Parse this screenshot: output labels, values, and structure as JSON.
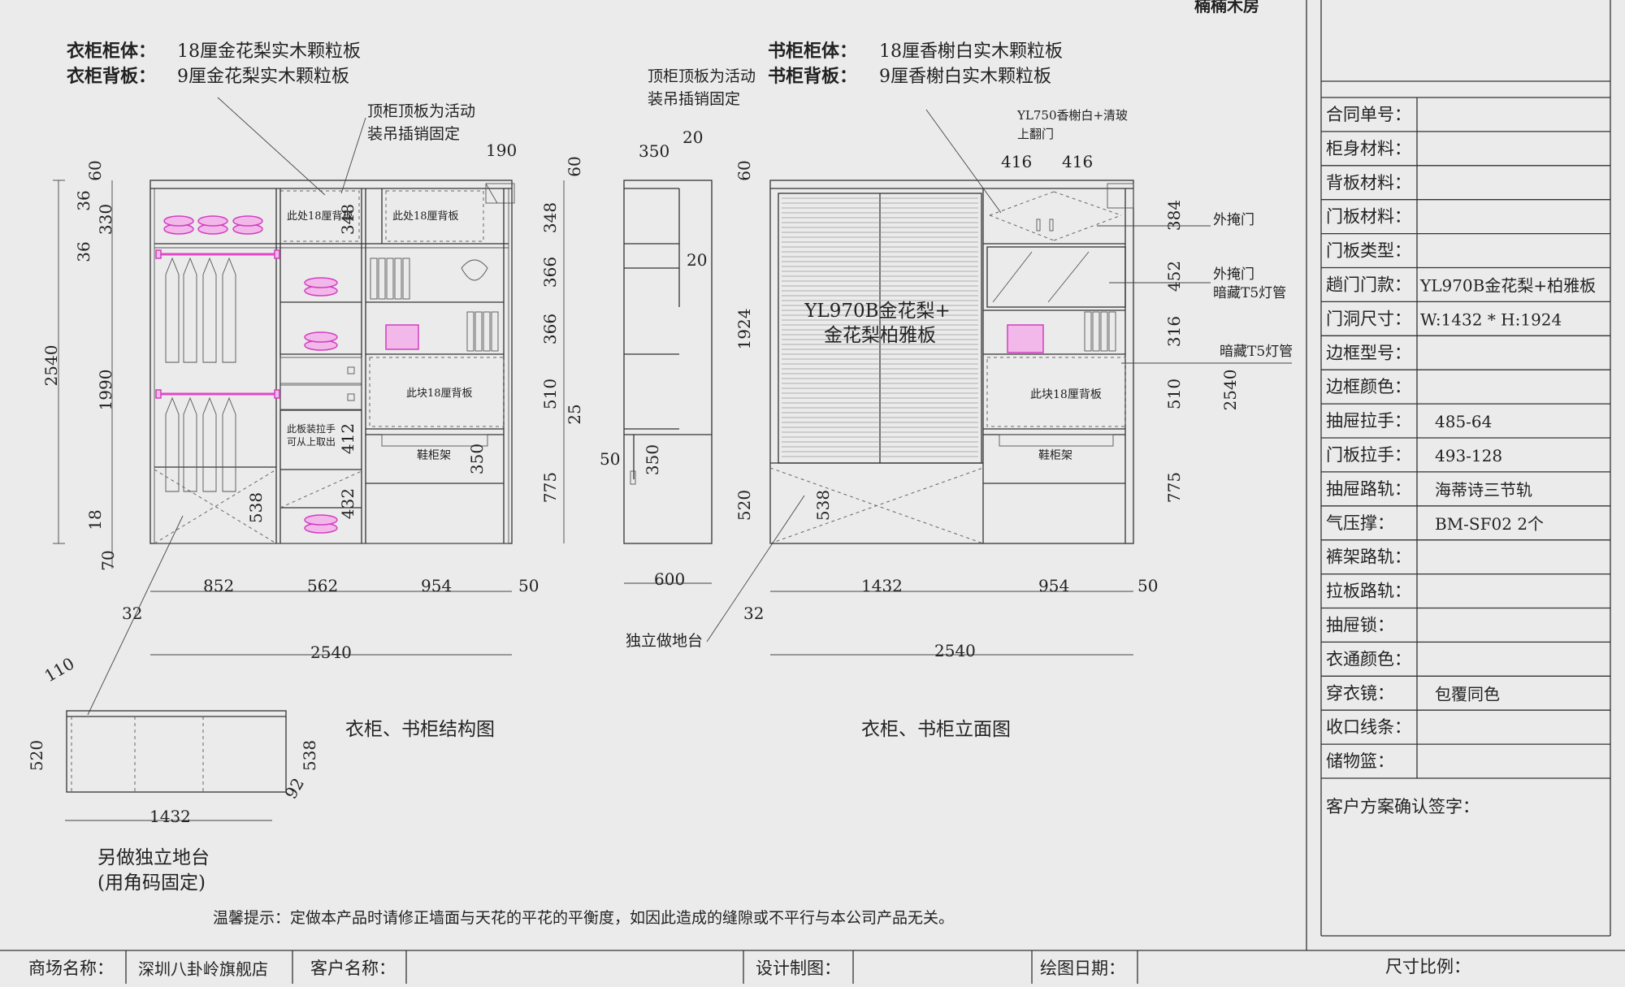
{
  "company_name": "楠楠木房",
  "notes": {
    "wardrobe_body_label": "衣柜柜体：",
    "wardrobe_body_value": "18厘金花梨实木颗粒板",
    "wardrobe_back_label": "衣柜背板：",
    "wardrobe_back_value": "9厘金花梨实木颗粒板",
    "bookcase_body_label": "书柜柜体：",
    "bookcase_body_value": "18厘香榭白实木颗粒板",
    "bookcase_back_label": "书柜背板：",
    "bookcase_back_value": "9厘香榭白实木颗粒板",
    "top_panel_note_1": "顶柜顶板为活动",
    "top_panel_note_2": "装吊插销固定",
    "back_panel_18_a": "此处18厘背板",
    "back_panel_18_b": "此处18厘背板",
    "back_panel_18_c": "此块18厘背板",
    "back_panel_18_d": "此块18厘背板",
    "drawer_note_1": "此板装拉手",
    "drawer_note_2": "可从上取出",
    "shoe_rack_a": "鞋柜架",
    "shoe_rack_b": "鞋柜架",
    "door_material_1": "YL970B金花梨+",
    "door_material_2": "金花梨柏雅板",
    "upper_door_note_1": "YL750香榭白+清玻",
    "upper_door_note_2": "上翻门",
    "outer_door_a": "外掩门",
    "outer_door_b": "外掩门",
    "hidden_light_a": "暗藏T5灯管",
    "hidden_light_b": "暗藏T5灯管",
    "independent_base": "独立做地台",
    "separate_base_title": "另做独立地台",
    "separate_base_sub": "(用角码固定)",
    "structure_title": "衣柜、书柜结构图",
    "elevation_title": "衣柜、书柜立面图",
    "warning": "温馨提示：定做本产品时请修正墙面与天花的平花的平衡度，如因此造成的缝隙或不平行与本公司产品无关。"
  },
  "dims": {
    "d2540_total_h": "2540",
    "d1990": "1990",
    "d60": "60",
    "d36a": "36",
    "d330": "330",
    "d36b": "36",
    "d18": "18",
    "d70": "70",
    "d852": "852",
    "d562": "562",
    "d954": "954",
    "d50": "50",
    "d32": "32",
    "d2540_w": "2540",
    "d190": "190",
    "d348": "348",
    "d412": "412",
    "d432": "432",
    "d538": "538",
    "d350": "350",
    "side_348": "348",
    "side_366a": "366",
    "side_366b": "366",
    "side_510": "510",
    "side_25": "25",
    "side_775": "775",
    "side_350": "350",
    "side_20a": "20",
    "side_20b": "20",
    "side_600": "600",
    "side_50": "50",
    "d1924": "1924",
    "d520": "520",
    "d1432": "1432",
    "d416a": "416",
    "d416b": "416",
    "d384": "384",
    "d452": "452",
    "d316": "316",
    "base_110": "110",
    "base_520": "520",
    "base_538": "538",
    "base_92": "92",
    "base_1432": "1432"
  },
  "spec_table": {
    "rows": [
      {
        "label": "合同单号：",
        "value": ""
      },
      {
        "label": "柜身材料：",
        "value": ""
      },
      {
        "label": "背板材料：",
        "value": ""
      },
      {
        "label": "门板材料：",
        "value": ""
      },
      {
        "label": "门板类型：",
        "value": ""
      },
      {
        "label": "趟门门款：",
        "value": "YL970B金花梨+柏雅板"
      },
      {
        "label": "门洞尺寸：",
        "value": "W:1432 * H:1924"
      },
      {
        "label": "边框型号：",
        "value": ""
      },
      {
        "label": "边框颜色：",
        "value": ""
      },
      {
        "label": "抽屉拉手：",
        "value": "485-64"
      },
      {
        "label": "门板拉手：",
        "value": "493-128"
      },
      {
        "label": "抽屉路轨：",
        "value": "海蒂诗三节轨"
      },
      {
        "label": "气压撑：",
        "value": "BM-SF02 2个"
      },
      {
        "label": "裤架路轨：",
        "value": ""
      },
      {
        "label": "拉板路轨：",
        "value": ""
      },
      {
        "label": "抽屉锁：",
        "value": ""
      },
      {
        "label": "衣通颜色：",
        "value": ""
      },
      {
        "label": "穿衣镜：",
        "value": "包覆同色"
      },
      {
        "label": "收口线条：",
        "value": ""
      },
      {
        "label": "储物篮：",
        "value": ""
      }
    ],
    "signature_label": "客户方案确认签字："
  },
  "footer": {
    "store_label": "商场名称：",
    "store_value": "深圳八卦岭旗舰店",
    "customer_label": "客户名称：",
    "designer_label": "设计制图：",
    "date_label": "绘图日期：",
    "scale_label": "尺寸比例："
  }
}
